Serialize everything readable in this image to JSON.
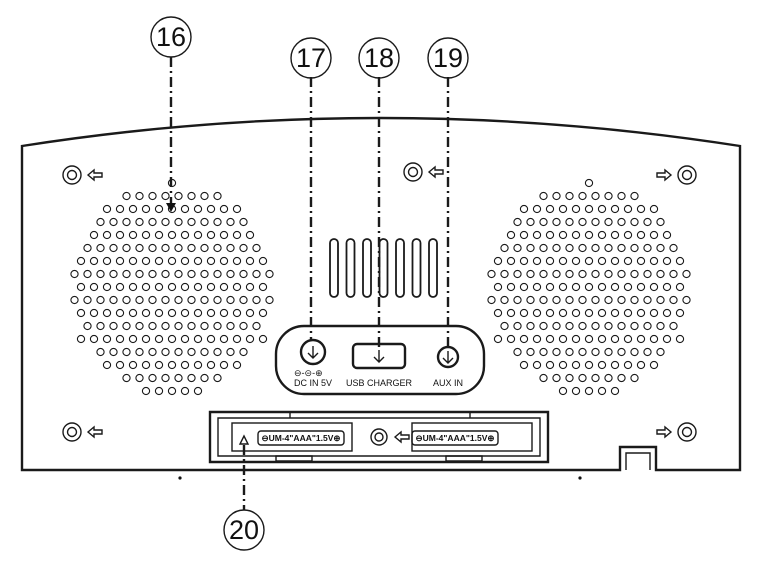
{
  "callouts": {
    "c16": "16",
    "c17": "17",
    "c18": "18",
    "c19": "19",
    "c20": "20"
  },
  "ports": {
    "dc": {
      "symbol": "⊖-⊝-⊕",
      "label": "DC  IN  5V"
    },
    "usb": {
      "label": "USB CHARGER"
    },
    "aux": {
      "label": "AUX IN"
    }
  },
  "battery": {
    "cell_left": "⊖UM-4\"AAA\"1.5V⊕",
    "cell_right": "⊖UM-4\"AAA\"1.5V⊕"
  }
}
